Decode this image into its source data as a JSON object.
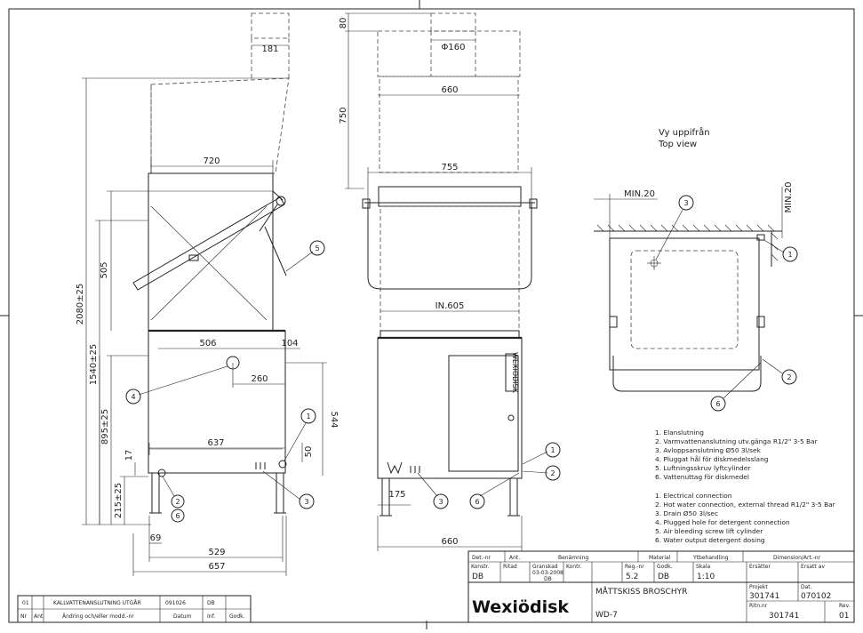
{
  "side_view": {
    "dims": {
      "d181": "181",
      "d720": "720",
      "d505": "505",
      "d2080": "2080±25",
      "d1540": "1540±25",
      "d506": "506",
      "d104": "104",
      "d260": "260",
      "d544": "544",
      "d895": "895±25",
      "d637": "637",
      "d50": "50",
      "d17": "17",
      "d215": "215±25",
      "d69": "69",
      "d529": "529",
      "d657": "657"
    },
    "callouts": [
      "5",
      "4",
      "1",
      "3",
      "2",
      "6"
    ]
  },
  "front_view": {
    "dims": {
      "d80": "80",
      "d160": "Φ160",
      "d660top": "660",
      "d750": "750",
      "d755": "755",
      "d605": "IN.605",
      "d175": "175",
      "d660bot": "660"
    },
    "callouts": [
      "3",
      "6",
      "1",
      "2"
    ]
  },
  "top_view": {
    "title_sv": "Vy uppifrån",
    "title_en": "Top view",
    "min_h": "MIN.20",
    "min_v": "MIN.20",
    "callouts": [
      "3",
      "1",
      "2",
      "6"
    ]
  },
  "legend_sv": [
    "1.  Elanslutning",
    "2.  Varmvattenanslutning utv.gänga R1/2\" 3-5 Bar",
    "3.  Avloppsanslutning Ø50 3l/sek",
    "4.   Pluggat hål för diskmedelsslang",
    "5.  Luftningsskruv lyftcylinder",
    "6.  Vattenuttag för diskmedel"
  ],
  "legend_en": [
    "1.  Electrical connection",
    "2.  Hot water connection, external thread R1/2\" 3-5 Bar",
    "3.  Drain Ø50 3l/sec",
    "4.  Plugged hole for detergent connection",
    "5.  Air bleeding screw lift cylinder",
    "6.  Water output detergent dosing"
  ],
  "revision_block": {
    "row": {
      "rev": "01",
      "text": "KALLVATTENANSLUTNING UTGÅR",
      "date": "091026",
      "sign": "DB"
    },
    "headers": {
      "nr": "Nr",
      "ant": "Ant.",
      "change": "Ändring och/eller modd.-nr",
      "date": "Datum",
      "ins": "Inf.",
      "approved": "Godk."
    }
  },
  "title_block": {
    "headers": {
      "det": "Det.-nr",
      "ant": "Ant.",
      "ben": "Benämning",
      "mat": "Material",
      "ytb": "Ytbehandling",
      "dim": "Dimension/Art.-nr",
      "konstr": "Konstr.",
      "ritad": "Ritad",
      "granskad": "Granskad",
      "kontr": "Kontr.",
      "reg": "Reg.-nr",
      "godk": "Godk.",
      "skala": "Skala",
      "ersatter": "Ersätter",
      "ersatt": "Ersatt av",
      "projekt": "Projekt",
      "dat": "Dat.",
      "ritnr": "Ritn.nr",
      "rev": "Rev."
    },
    "values": {
      "konstr": "DB",
      "granskad_date": "03-03-2008",
      "granskad_sign": "DB",
      "reg": "5.2",
      "godk": "DB",
      "skala": "1:10",
      "projekt": "301741",
      "dat": "070102",
      "ritnr": "301741",
      "rev": "01"
    },
    "logo": "Wexiödisk",
    "title": "MÅTTSKISS BROSCHYR",
    "model": "WD-7"
  },
  "front_panel_text": "WEXIODISK"
}
